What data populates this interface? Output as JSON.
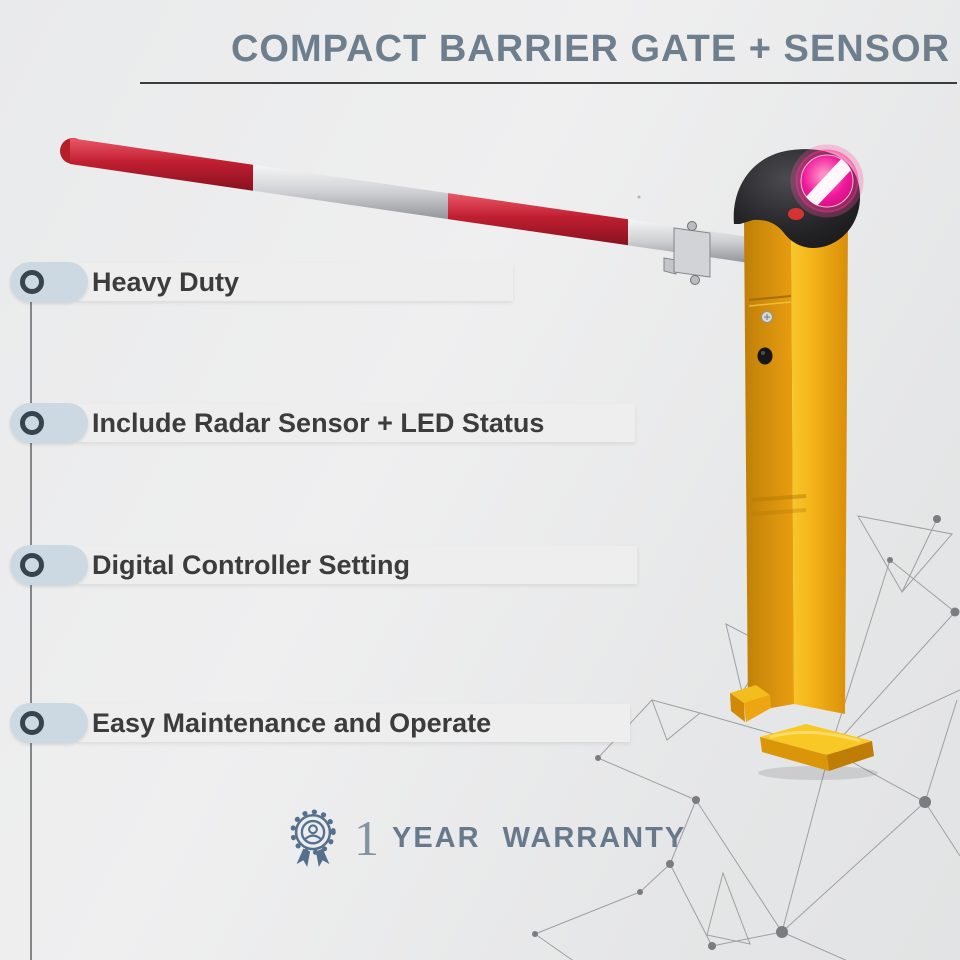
{
  "title": "COMPACT BARRIER GATE + SENSOR",
  "features": [
    {
      "label": "Heavy Duty"
    },
    {
      "label": "Include Radar Sensor + LED Status"
    },
    {
      "label": "Digital Controller Setting"
    },
    {
      "label": "Easy Maintenance and Operate"
    }
  ],
  "warranty": {
    "number": "1",
    "label": "YEAR WARRANTY"
  },
  "icons": {
    "bullet": "ring-circle-icon",
    "warranty": "medal-rosette-icon"
  },
  "product": {
    "description": "Yellow compact barrier gate cabinet with red and white striped arm, black radar sensor head with magenta LED status light"
  },
  "colors": {
    "title_text": "#6e7e8d",
    "feature_text": "#3c3c3c",
    "bullet_pill": "#cdd9e2",
    "bullet_ring": "#37444e",
    "feature_bar": "#eeeeef",
    "warranty_text": "#67798b",
    "cabinet_yellow": "#eda612",
    "arm_red": "#c22130",
    "arm_silver": "#cfd0d3",
    "led_magenta": "#f0189b",
    "network_line": "#87888c",
    "background": "#e8e9ea"
  }
}
